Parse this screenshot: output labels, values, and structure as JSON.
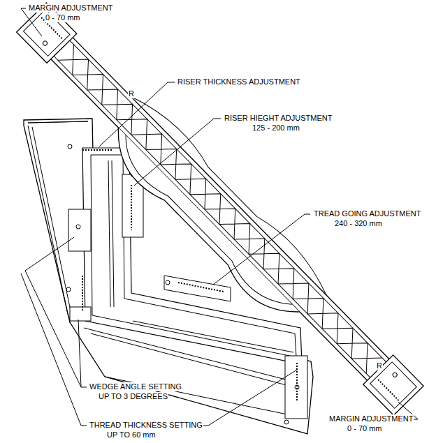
{
  "diagram": {
    "labels": [
      "MARGIN ADJUSTMENT",
      "0 - 70 mm",
      "RISER THICKNESS ADJUSTMENT",
      "RISER HIEGHT ADJUSTMENT",
      "125 - 200 mm",
      "TREAD GOING ADJUSTMENT",
      "240 - 320 mm",
      "WEDGE ANGLE SETTING",
      "UP TO 3 DEGREES",
      "THREAD THICKNESS SETTING",
      "UP TO 60 mm",
      "MARGIN ADJUSTMENT",
      "0 - 70 mm",
      "R",
      "R"
    ]
  }
}
